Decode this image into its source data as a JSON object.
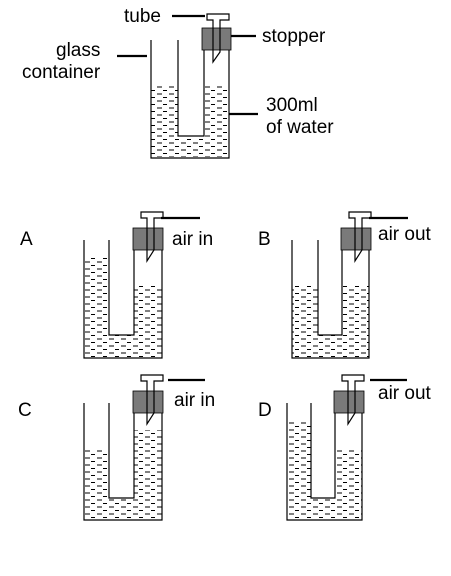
{
  "main": {
    "labels": {
      "tube": "tube",
      "stopper": "stopper",
      "glass_line1": "glass",
      "glass_line2": "container",
      "water_line1": "300ml",
      "water_line2": "of water"
    }
  },
  "options": [
    {
      "letter": "A",
      "caption": "air in"
    },
    {
      "letter": "B",
      "caption": "air out"
    },
    {
      "letter": "C",
      "caption": "air in"
    },
    {
      "letter": "D",
      "caption": "air out"
    }
  ]
}
